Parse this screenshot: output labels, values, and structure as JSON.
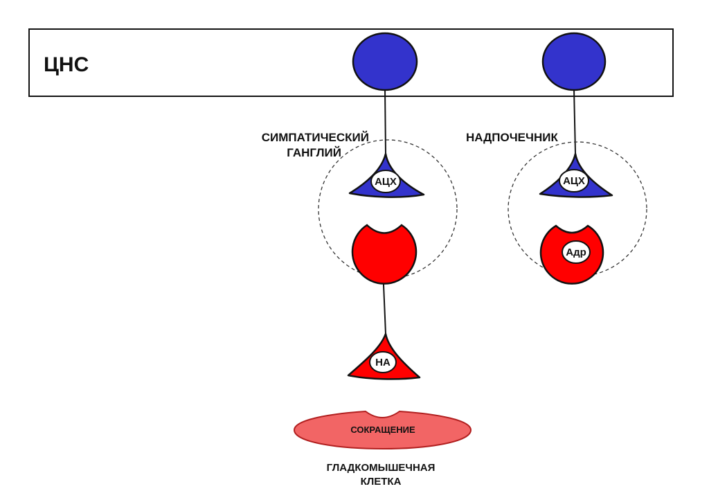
{
  "cns": {
    "label": "ЦНС"
  },
  "sympathetic": {
    "ganglion_label_line1": "СИМПАТИЧЕСКИЙ",
    "ganglion_label_line2": "ГАНГЛИЙ",
    "preganglionic_badge": "АЦХ",
    "postganglionic_badge": "НА"
  },
  "adrenal": {
    "label": "НАДПОЧЕЧНИК",
    "preganglionic_badge": "АЦХ",
    "chromaffin_badge": "Адр"
  },
  "smooth_muscle": {
    "effect_label": "СОКРАЩЕНИЕ",
    "label_line1": "ГЛАДКОМЫШЕЧНАЯ",
    "label_line2": "КЛЕТКА"
  },
  "colors": {
    "cholinergic": "#3333cc",
    "adrenergic": "#ff0000",
    "muscle": "#f26565",
    "outline": "#111111"
  }
}
